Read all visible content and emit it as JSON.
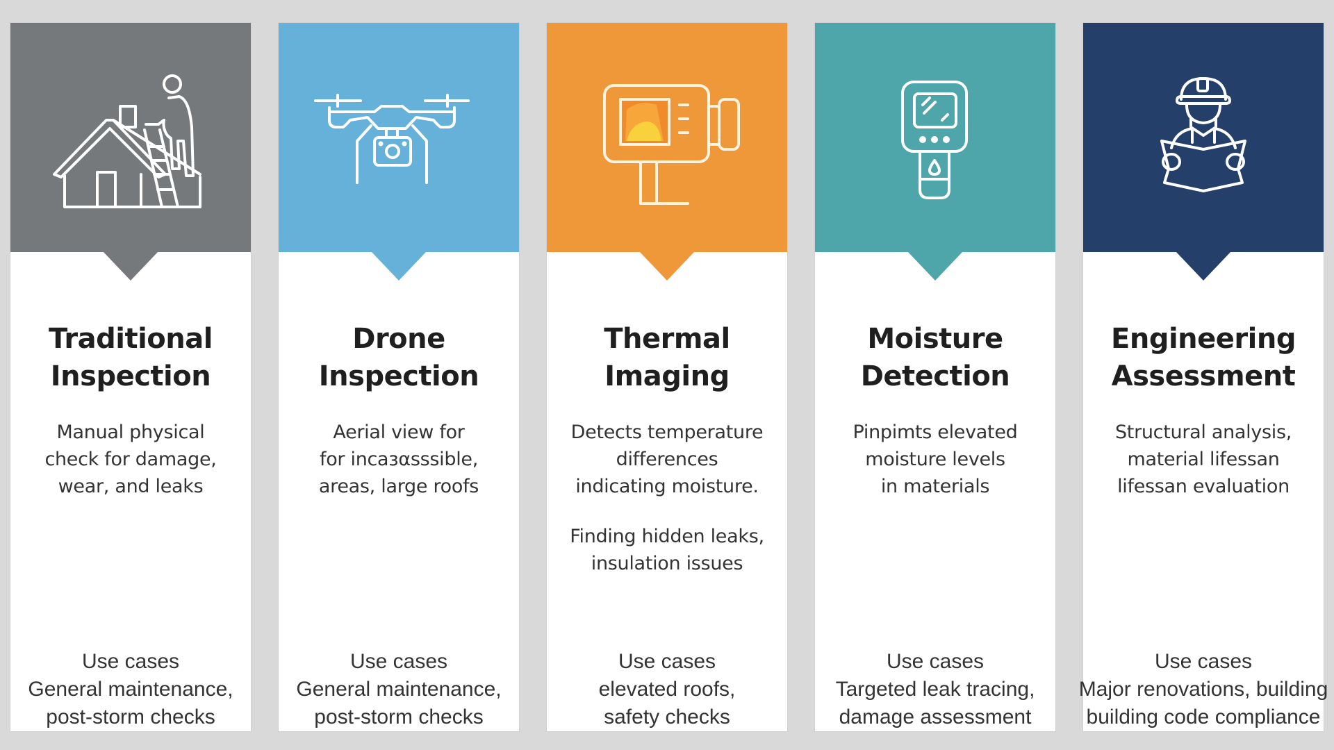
{
  "colors": {
    "background": "#d9d9d9",
    "traditional": "#76797c",
    "drone": "#66b1d9",
    "thermal": "#ee983a",
    "moisture": "#4ea6aa",
    "engineering": "#24406a",
    "text_dark": "#1f1f1f",
    "text_body": "#333333"
  },
  "cards": [
    {
      "id": "traditional",
      "icon": "house-ladder-inspector-icon",
      "title": [
        "Traditional",
        "Inspection"
      ],
      "description": [
        "Manual physical",
        "check for damage,",
        "wear, and leaks"
      ],
      "description_extra": [],
      "uses_label": "Use cases",
      "uses": [
        "General maintenance,",
        "post-storm checks"
      ]
    },
    {
      "id": "drone",
      "icon": "drone-camera-icon",
      "title": [
        "Drone",
        "Inspection"
      ],
      "description": [
        "Aerial view for",
        "for incaзαsssible,",
        "areas, large roofs"
      ],
      "description_extra": [],
      "uses_label": "Use cases",
      "uses": [
        "General maintenance,",
        "post-storm checks"
      ]
    },
    {
      "id": "thermal",
      "icon": "thermal-camera-icon",
      "title": [
        "Thermal",
        "Imaging"
      ],
      "description": [
        "Detects temperature",
        "differences",
        "indicating moisture."
      ],
      "description_extra": [
        "Finding hidden leaks,",
        "insulation issues"
      ],
      "uses_label": "Use cases",
      "uses": [
        "elevated roofs,",
        "safety checks"
      ]
    },
    {
      "id": "moisture",
      "icon": "moisture-meter-icon",
      "title": [
        "Moisture",
        "Detection"
      ],
      "description": [
        "Pinpimts elevated",
        "moisture levels",
        "in materials"
      ],
      "description_extra": [],
      "uses_label": "Use cases",
      "uses": [
        "Targeted leak tracing,",
        "damage assessment"
      ]
    },
    {
      "id": "engineering",
      "icon": "engineer-blueprint-icon",
      "title": [
        "Engineering",
        "Assessment"
      ],
      "description": [
        "Structural analysis,",
        "material lifessan",
        "lifessan evaluation"
      ],
      "description_extra": [],
      "uses_label": "Use cases",
      "uses": [
        "Major renovations, building",
        "building code compliance"
      ]
    }
  ]
}
